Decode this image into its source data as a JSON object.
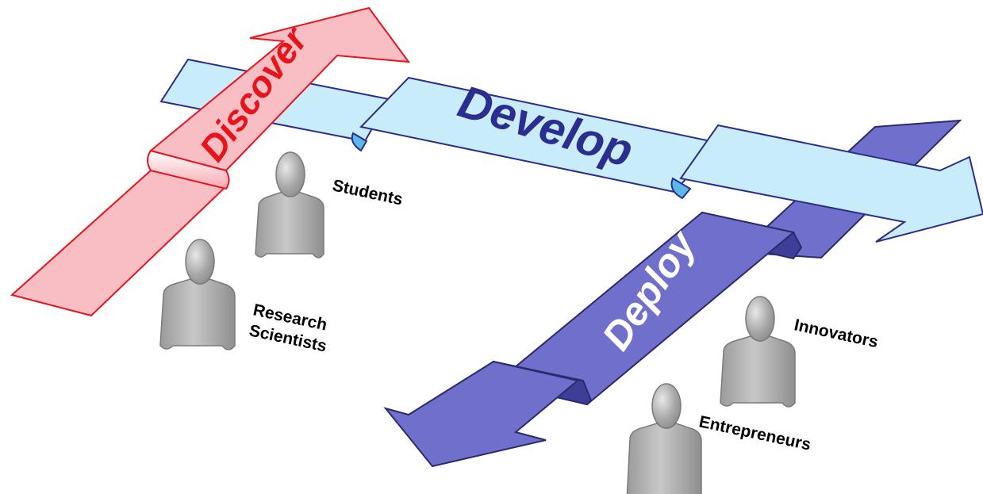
{
  "colors": {
    "discover_fill": "#f9bec4",
    "discover_stroke": "#e8141c",
    "discover_text": "#e8141c",
    "develop_fill": "#c9ecfb",
    "develop_stroke": "#2b2d8f",
    "develop_text": "#2b2d8f",
    "deploy_fill": "#7070cc",
    "deploy_dark": "#3e3e99",
    "deploy_stroke": "#2a2a6e",
    "deploy_text": "#ffffff",
    "person_fill": "#a6a6a6",
    "person_stroke": "#7a7a7a"
  },
  "arrows": {
    "discover": {
      "label": "Discover",
      "icon": "up-arrow"
    },
    "develop": {
      "label": "Develop",
      "icon": "right-arrow"
    },
    "deploy": {
      "label": "Deploy",
      "icon": "down-left-arrow"
    }
  },
  "people": [
    {
      "label": "Students",
      "icon": "person-icon"
    },
    {
      "label_lines": [
        "Research",
        "Scientists"
      ],
      "icon": "person-icon"
    },
    {
      "label": "Innovators",
      "icon": "person-icon"
    },
    {
      "label": "Entrepreneurs",
      "icon": "person-icon"
    }
  ]
}
